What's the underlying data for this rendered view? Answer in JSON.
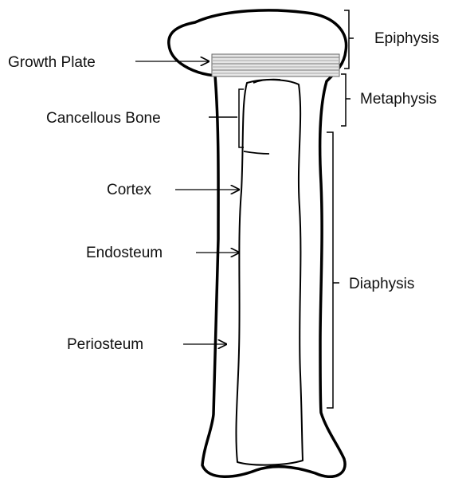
{
  "labels": {
    "epiphysis": "Epiphysis",
    "growth_plate": "Growth Plate",
    "metaphysis": "Metaphysis",
    "cancellous_bone": "Cancellous Bone",
    "cortex": "Cortex",
    "endosteum": "Endosteum",
    "diaphysis": "Diaphysis",
    "periosteum": "Periosteum"
  },
  "colors": {
    "outline": "#000000",
    "growth_plate_fill": "#e6e6e6",
    "growth_plate_stripe": "#8c8c8c",
    "text": "#111111"
  }
}
